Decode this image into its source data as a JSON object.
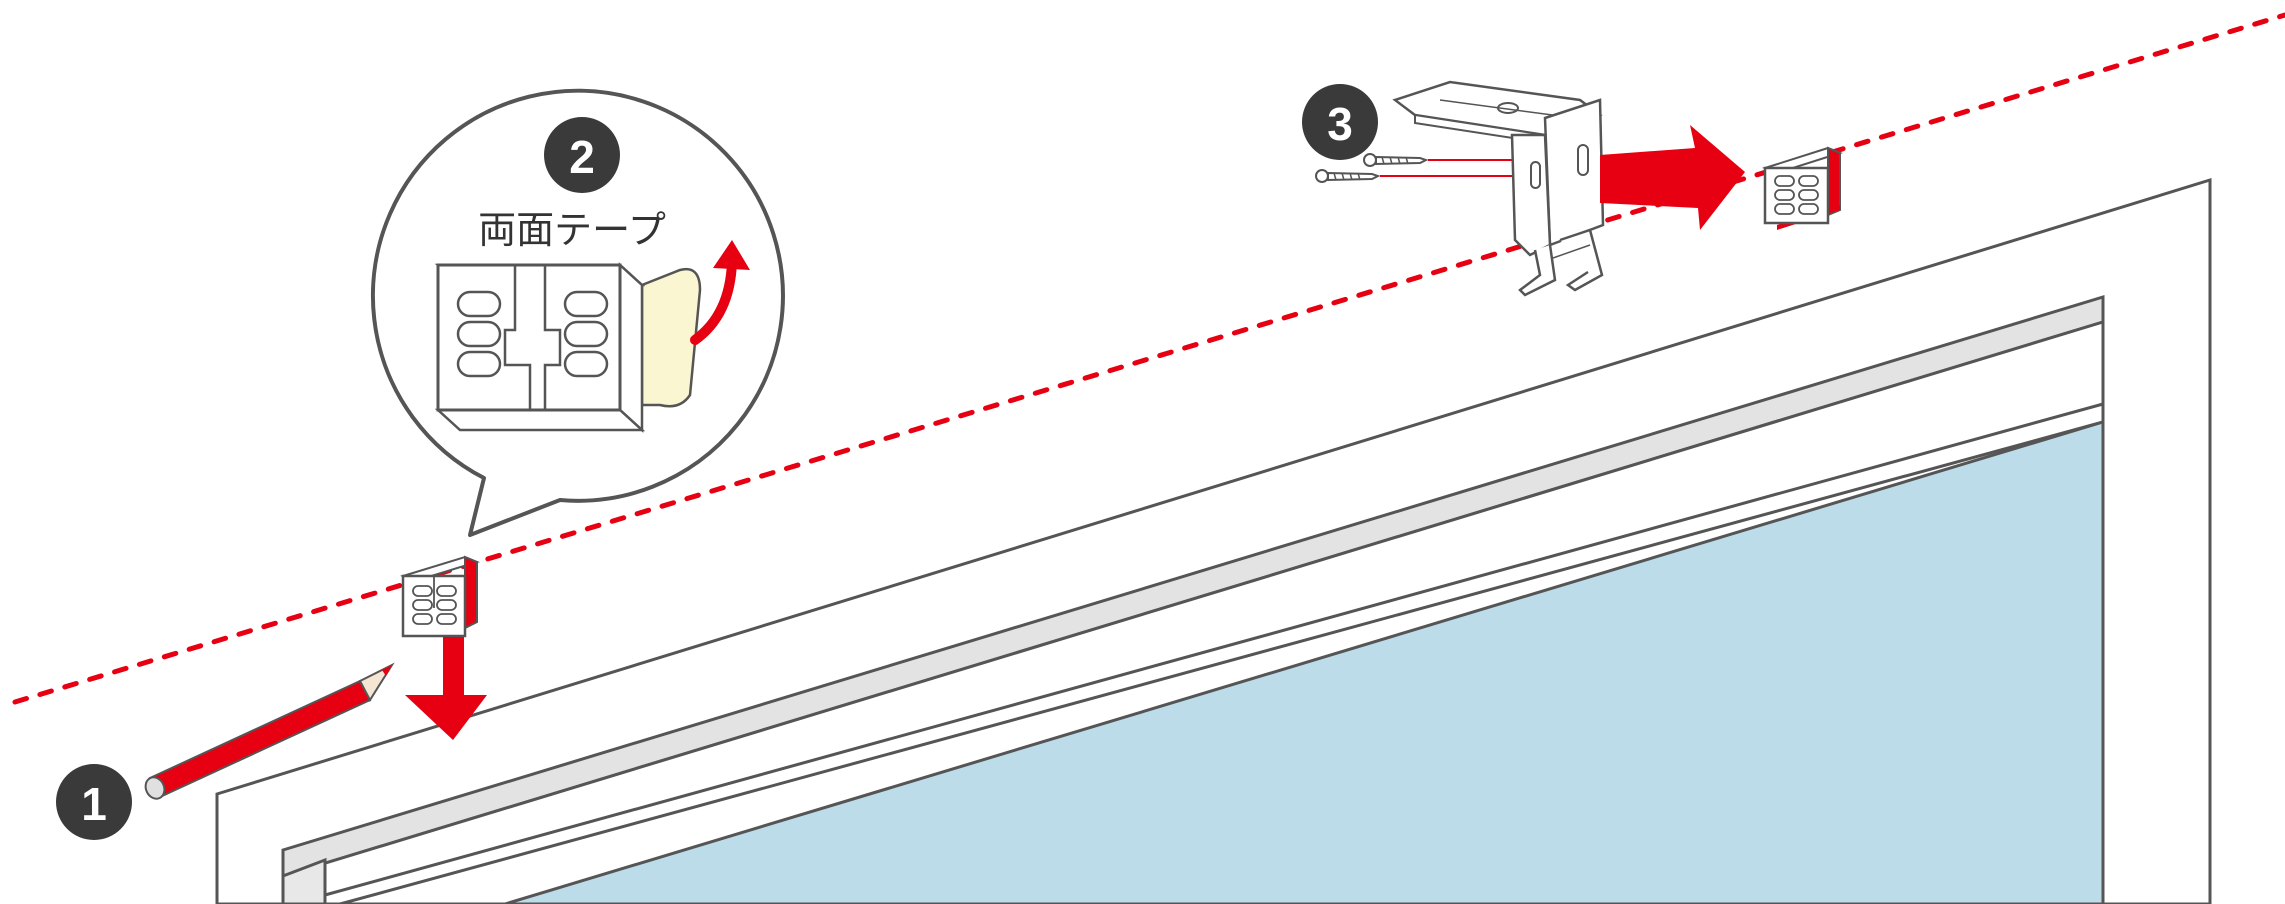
{
  "steps": {
    "step1_number": "1",
    "step2_number": "2",
    "step3_number": "3"
  },
  "callout": {
    "tape_label": "両面テープ"
  },
  "colors": {
    "accent_red": "#e60012",
    "glass_blue": "#bddcea",
    "outline_gray": "#555555",
    "badge_dark": "#3a3a3a",
    "tape_cream": "#fbf6d2"
  },
  "icons": {
    "pencil": "pencil-icon",
    "bracket": "mounting-bracket-icon",
    "spacer": "spacer-block-icon",
    "screw": "screw-icon"
  }
}
